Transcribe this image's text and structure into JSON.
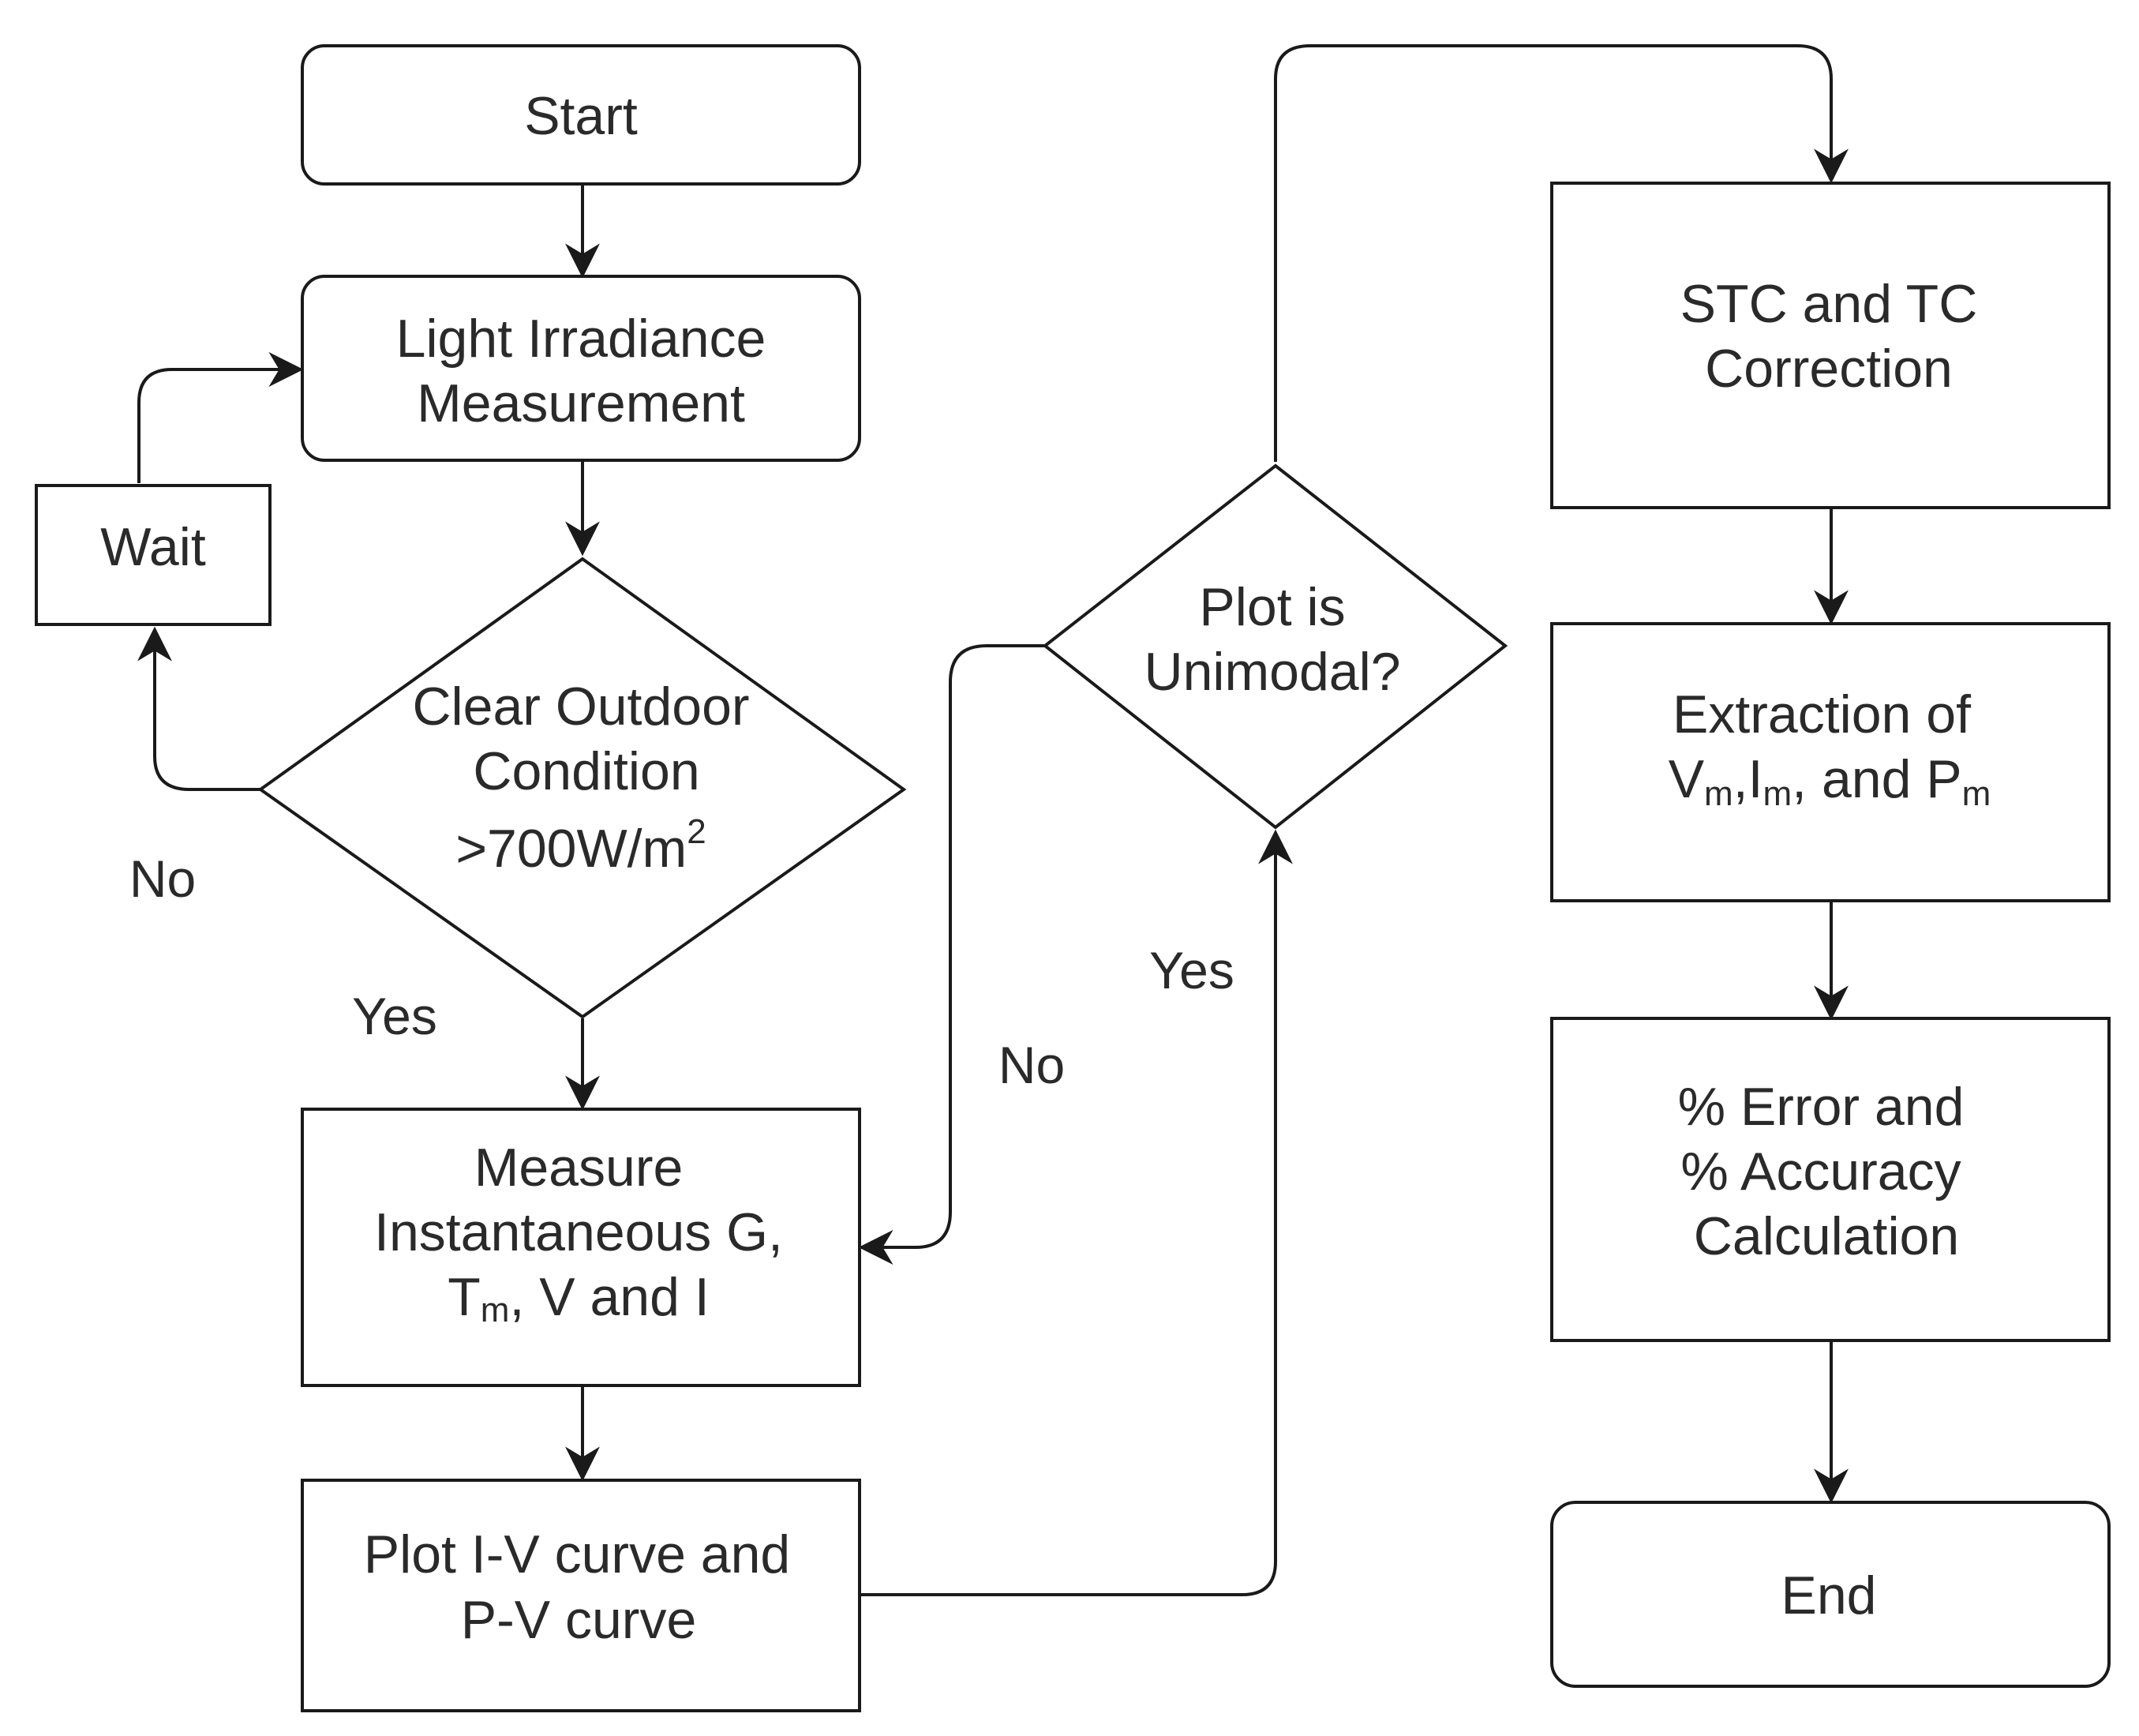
{
  "diagram": {
    "nodes": {
      "start": {
        "lines": [
          "Start"
        ]
      },
      "light": {
        "lines": [
          "Light Irradiance",
          "Measurement"
        ]
      },
      "wait": {
        "lines": [
          "Wait"
        ]
      },
      "clear": {
        "line1": "Clear Outdoor",
        "line2": "Condition",
        "line3_main": ">700W/m",
        "line3_sup": "2"
      },
      "measure": {
        "line1": "Measure",
        "line2": "Instantaneous G,",
        "line3_t": "T",
        "line3_sub": "m",
        "line3_rest": ", V and I"
      },
      "plot_iv": {
        "lines": [
          "Plot I-V curve and",
          "P-V curve"
        ]
      },
      "unimodal": {
        "lines": [
          "Plot is",
          "Unimodal?"
        ]
      },
      "stc": {
        "lines": [
          "STC and TC",
          "Correction"
        ]
      },
      "extraction": {
        "line1": "Extraction of",
        "v": "V",
        "v_sub": "m",
        "i": ",I",
        "i_sub": "m",
        "p": ", and P",
        "p_sub": "m"
      },
      "error": {
        "lines": [
          "% Error and",
          "% Accuracy",
          "Calculation"
        ]
      },
      "end": {
        "lines": [
          "End"
        ]
      }
    },
    "edge_labels": {
      "clear_no": "No",
      "clear_yes": "Yes",
      "unimodal_no": "No",
      "unimodal_yes": "Yes"
    }
  }
}
